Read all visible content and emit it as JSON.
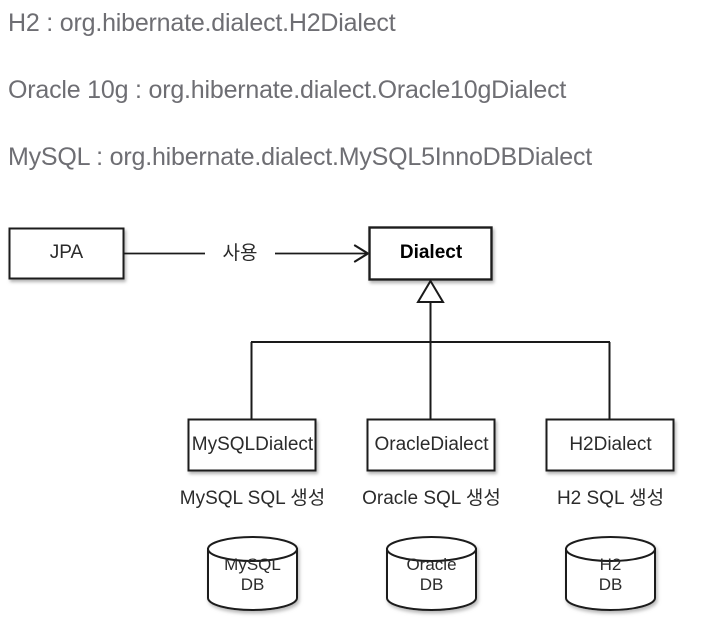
{
  "config_lines": [
    "H2 : org.hibernate.dialect.H2Dialect",
    "Oracle 10g : org.hibernate.dialect.Oracle10gDialect",
    "MySQL : org.hibernate.dialect.MySQL5InnoDBDialect"
  ],
  "diagram": {
    "client": {
      "label": "JPA"
    },
    "edge": {
      "label": "사용"
    },
    "base": {
      "label": "Dialect"
    },
    "subclasses": [
      {
        "label": "MySQLDialect",
        "caption": "MySQL SQL 생성",
        "db_line1": "MySQL",
        "db_line2": "DB"
      },
      {
        "label": "OracleDialect",
        "caption": "Oracle SQL 생성",
        "db_line1": "Oracle",
        "db_line2": "DB"
      },
      {
        "label": "H2Dialect",
        "caption": "H2 SQL 생성",
        "db_line1": "H2",
        "db_line2": "DB"
      }
    ]
  },
  "colors": {
    "config_text": "#6e6e73",
    "diagram_text": "#2b2b2b",
    "stroke": "#1a1a1a",
    "fill": "#ffffff",
    "background": "#ffffff"
  }
}
